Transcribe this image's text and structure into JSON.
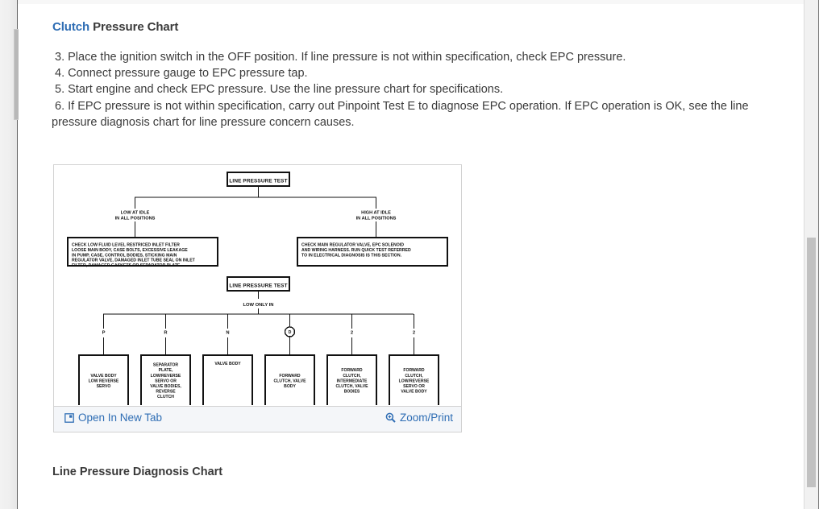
{
  "page": {
    "section_title_accent": "Clutch",
    "section_title_rest": " Pressure Chart",
    "bottom_heading": "Line Pressure Diagnosis Chart"
  },
  "steps": [
    {
      "num": "3.",
      "text": "Place the ignition switch in the OFF position. If line pressure is not within specification, check EPC pressure."
    },
    {
      "num": "4.",
      "text": "Connect pressure gauge to EPC pressure tap."
    },
    {
      "num": "5.",
      "text": "Start engine and check EPC pressure. Use the line pressure chart for specifications."
    },
    {
      "num": "6.",
      "text": "If EPC pressure is not within specification, carry out Pinpoint Test E to diagnose EPC operation. If EPC operation is OK, see the line pressure diagnosis chart for line pressure concern causes."
    }
  ],
  "diagram": {
    "top_box": "LINE PRESSURE TEST",
    "branch_left_label_line1": "LOW AT IDLE",
    "branch_left_label_line2": "IN ALL POSITIONS",
    "branch_right_label_line1": "HIGH AT IDLE",
    "branch_right_label_line2": "IN ALL POSITIONS",
    "left_box_lines": [
      "CHECK LOW FLUID LEVEL RESTRICED INLET FILTER",
      "LOOSE MAIN BODY, CASE BOLTS, EXCESSIVE LEAKAGE",
      "IN PUMP, CASE, CONTROL BODIES, STICKING MAIN",
      "REGULATOR VALVE, DAMAGED INLET TUBE SEAL ON INLET",
      "FILTER, DAMAGED GASKETS OR SEPARATOR PLATE."
    ],
    "right_box_lines": [
      "CHECK MAIN REGULATOR VALVE, EPC SOLENOID",
      "AND WIRING HARNESS. RUN QUICK TEST REFERRED",
      "TO IN ELECTRICAL DIAGNOSIS IS THIS SECTION."
    ],
    "second_box": "LINE PRESSURE TEST",
    "second_label": "LOW ONLY IN",
    "gear_labels": [
      "P",
      "R",
      "N",
      "D",
      "2",
      "2"
    ],
    "gear_d_circled": true,
    "result_boxes": [
      [
        "VALVE BODY",
        "LOW REVERSE",
        "SERVO"
      ],
      [
        "SEPARATOR",
        "PLATE,",
        "LOW/REVERSE",
        "SERVO OR",
        "VALVE BODIES,",
        "REVERSE",
        "CLUTCH"
      ],
      [
        "VALVE BODY"
      ],
      [
        "FORWARD",
        "CLUTCH, VALVE",
        "BODY"
      ],
      [
        "FORWARD",
        "CLUTCH,",
        "INTERMEDIATE",
        "CLUTCH, VALVE",
        "BODIES"
      ],
      [
        "FORWARD",
        "CLUTCH,",
        "LOW/REVERSE",
        "SERVO OR",
        "VALVE BODY"
      ]
    ]
  },
  "diagram_footer": {
    "open_new_tab": "Open In New Tab",
    "zoom_print": "Zoom/Print"
  },
  "colors": {
    "link": "#2e6db4",
    "text": "#3b3b3b",
    "footer_bg": "#f4f6f9"
  }
}
